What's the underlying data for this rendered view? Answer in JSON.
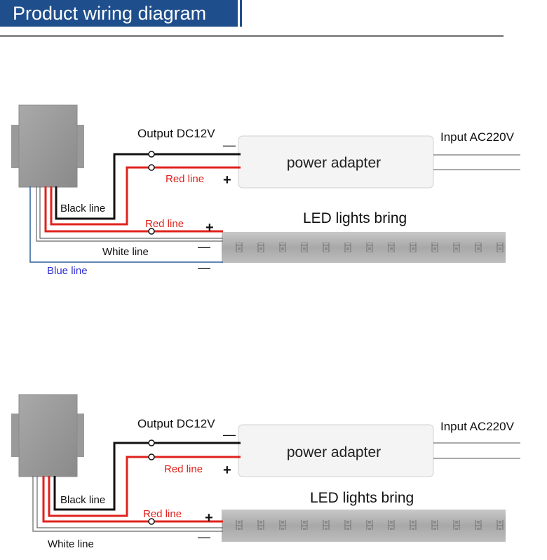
{
  "header": {
    "title": "Product wiring diagram"
  },
  "colors": {
    "header_bg": "#1f4e8c",
    "wire_red": "#e0221c",
    "wire_black": "#111111",
    "wire_blue": "#2b5f9c",
    "label_red": "#e0221c",
    "label_blue": "#2f2fd0"
  },
  "diagram_top": {
    "output_label": "Output DC12V",
    "input_label": "Input AC220V",
    "adapter_label": "power adapter",
    "red_line_1": "Red line",
    "black_line": "Black line",
    "red_line_2": "Red line",
    "white_line": "White line",
    "blue_line": "Blue line",
    "led_label": "LED lights bring",
    "minus": "—",
    "plus": "+"
  },
  "diagram_bottom": {
    "output_label": "Output DC12V",
    "input_label": "Input AC220V",
    "adapter_label": "power adapter",
    "red_line_1": "Red line",
    "black_line": "Black line",
    "red_line_2": "Red line",
    "white_line": "White line",
    "led_label": "LED lights bring",
    "minus": "—",
    "plus": "+"
  }
}
